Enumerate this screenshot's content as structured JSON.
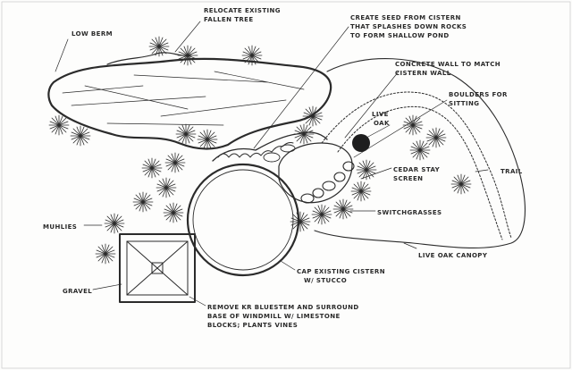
{
  "labels": {
    "low_berm": "LOW BERM",
    "relocate_1": "RELOCATE EXISTING",
    "relocate_2": "FALLEN TREE",
    "cascade_1": "CREATE SEED FROM CISTERN",
    "cascade_2": "THAT SPLASHES DOWN ROCKS",
    "cascade_3": "TO FORM SHALLOW POND",
    "wall_1": "CONCRETE WALL TO MATCH",
    "wall_2": "CISTERN WALL",
    "boulders_1": "BOULDERS FOR",
    "boulders_2": "SITTING",
    "live_oak_1": "LIVE",
    "live_oak_2": "OAK",
    "trail": "TRAIL",
    "cedar_1": "CEDAR STAY",
    "cedar_2": "SCREEN",
    "muhlies": "MUHLIES",
    "switchgrasses": "SWITCHGRASSES",
    "canopy": "LIVE OAK CANOPY",
    "cistern_1": "CAP EXISTING CISTERN",
    "cistern_2": "W/ STUCCO",
    "gravel": "GRAVEL",
    "remove_1": "REMOVE KR BLUESTEM AND SURROUND",
    "remove_2": "BASE OF WINDMILL W/ LIMESTONE",
    "remove_3": "BLOCKS; PLANTS VINES"
  },
  "icons": {
    "shrub": "spiky-shrub-icon",
    "live_oak": "filled-tree-icon"
  },
  "colors": {
    "ink": "#2b2b2b",
    "paper": "#fdfdfc"
  }
}
